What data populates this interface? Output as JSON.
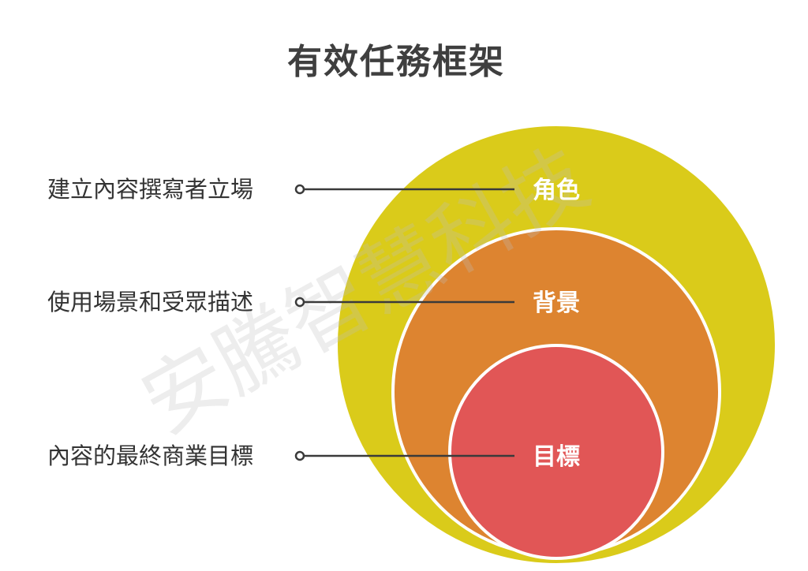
{
  "title": "有效任務框架",
  "layers": [
    {
      "label": "角色",
      "description": "建立內容撰寫者立場",
      "color": "#dacb1a"
    },
    {
      "label": "背景",
      "description": "使用場景和受眾描述",
      "color": "#dd8430"
    },
    {
      "label": "目標",
      "description": "內容的最終商業目標",
      "color": "#e15656"
    }
  ],
  "watermark": "安騰智慧科技"
}
